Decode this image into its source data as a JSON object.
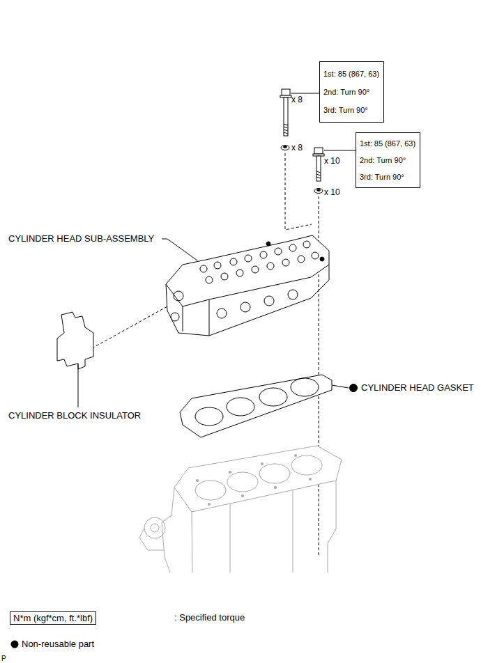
{
  "diagram": {
    "nodes": [
      {
        "text": [
          "1st: 85 (867, 63)",
          "2nd: Turn 90°",
          "3rd: Turn 90°"
        ]
      },
      {
        "text": [
          "1st: 85 (867, 63)",
          "2nd: Turn 90°",
          "3rd: Turn 90°"
        ]
      },
      {
        "text": [
          "N*m (kgf*cm, ft.*lbf)"
        ]
      }
    ],
    "labels": [
      "x 8",
      "x 8",
      "x 10",
      "x 10",
      "CYLINDER HEAD SUB-ASSEMBLY",
      "CYLINDER HEAD GASKET",
      "CYLINDER BLOCK INSULATOR",
      ": Specified torque",
      "P"
    ],
    "legend": [
      {
        "text": "Non-reusable part"
      }
    ]
  }
}
